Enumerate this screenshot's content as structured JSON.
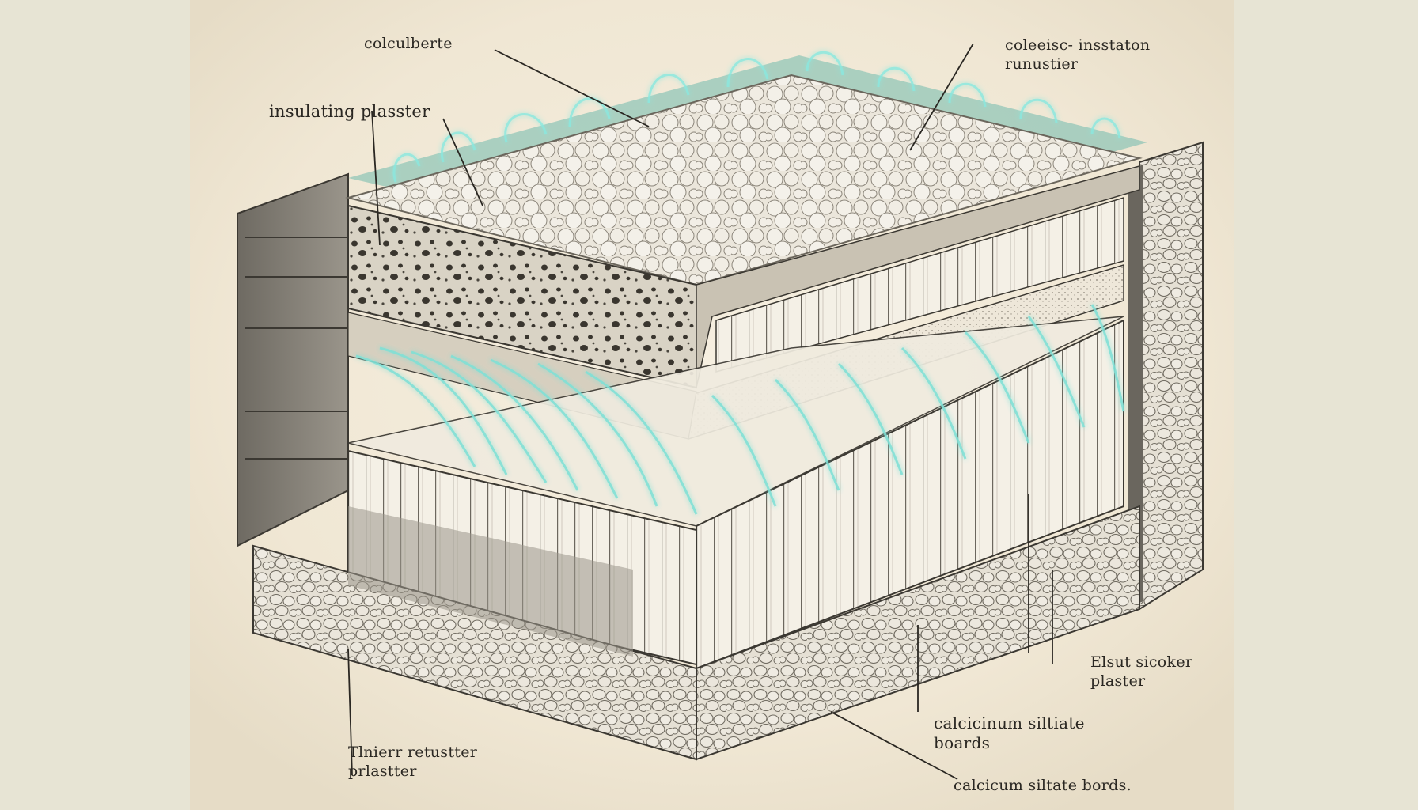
{
  "labels": {
    "top_center": "colculberte",
    "top_right_line1": "coleeisc- insstaton",
    "top_right_line2": "runustier",
    "left_upper": "insulating plasster",
    "bottom_left_line1": "Tlnierr retustter",
    "bottom_left_line2": "prlastter",
    "right_middle_line1": "Elsut sicoker",
    "right_middle_line2": "plaster",
    "right_lower_line1": "calcicinum siltiate",
    "right_lower_line2": "boards",
    "bottom_right": "calcicum siltate bords."
  },
  "colors": {
    "background_outer": "#e7e4d4",
    "paper": "#f3ecdc",
    "plaster": "#e9e3d6",
    "ink": "#2a2722",
    "glow": "#7fe0d6",
    "teal_top": "#6fb9ad"
  }
}
